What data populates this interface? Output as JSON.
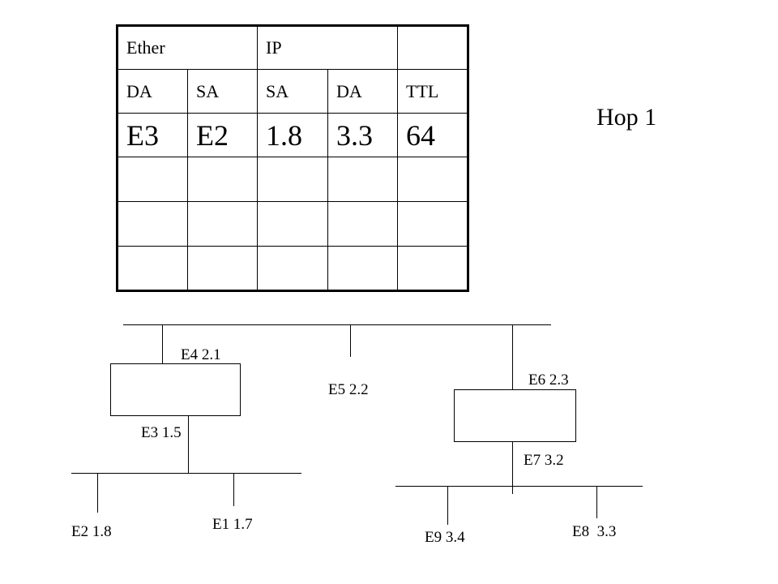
{
  "table": {
    "header": [
      "Ether",
      "IP",
      ""
    ],
    "subheader": [
      "DA",
      "SA",
      "SA",
      "DA",
      "TTL"
    ],
    "values": [
      "E3",
      "E2",
      "1.8",
      "3.3",
      "64"
    ]
  },
  "hop_label": "Hop 1",
  "nodes": {
    "e4": "E4 2.1",
    "e5": "E5 2.2",
    "e6": "E6 2.3",
    "e3": "E3 1.5",
    "e7": "E7 3.2",
    "e2": "E2 1.8",
    "e1": "E1 1.7",
    "e9": "E9 3.4",
    "e8": "E8  3.3"
  }
}
